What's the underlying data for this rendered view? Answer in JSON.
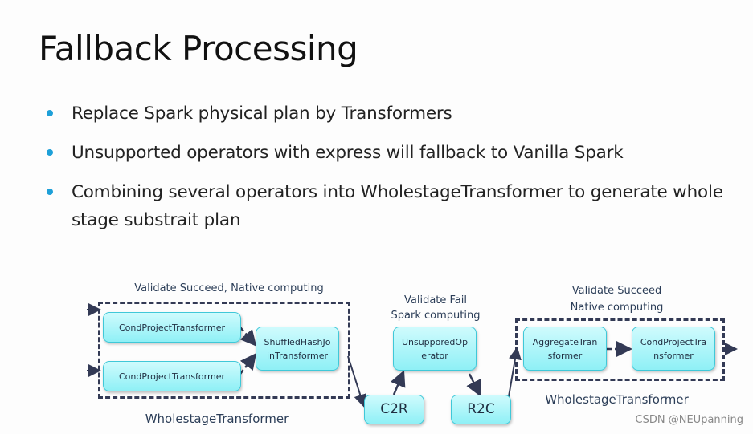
{
  "slide": {
    "title": "Fallback Processing",
    "bullets": [
      "Replace Spark physical plan by Transformers",
      "Unsupported operators with express will fallback to Vanilla Spark",
      "Combining several operators into WholestageTransformer to generate whole stage substrait plan"
    ]
  },
  "diagram": {
    "left_group": {
      "caption_top": "Validate Succeed, Native computing",
      "caption_bottom": "WholestageTransformer",
      "nodes": [
        "CondProjectTransformer",
        "CondProjectTransformer",
        "ShuffledHashJo inTransformer"
      ]
    },
    "middle_group": {
      "caption_line1": "Validate Fail",
      "caption_line2": "Spark computing",
      "node": "UnsupporedOp erator",
      "c2r": "C2R",
      "r2c": "R2C"
    },
    "right_group": {
      "caption_line1": "Validate Succeed",
      "caption_line2": "Native computing",
      "caption_bottom": "WholestageTransformer",
      "nodes": [
        "AggregateTran sformer",
        "CondProjectTra nsformer"
      ]
    }
  },
  "watermark": "CSDN @NEUpanning"
}
